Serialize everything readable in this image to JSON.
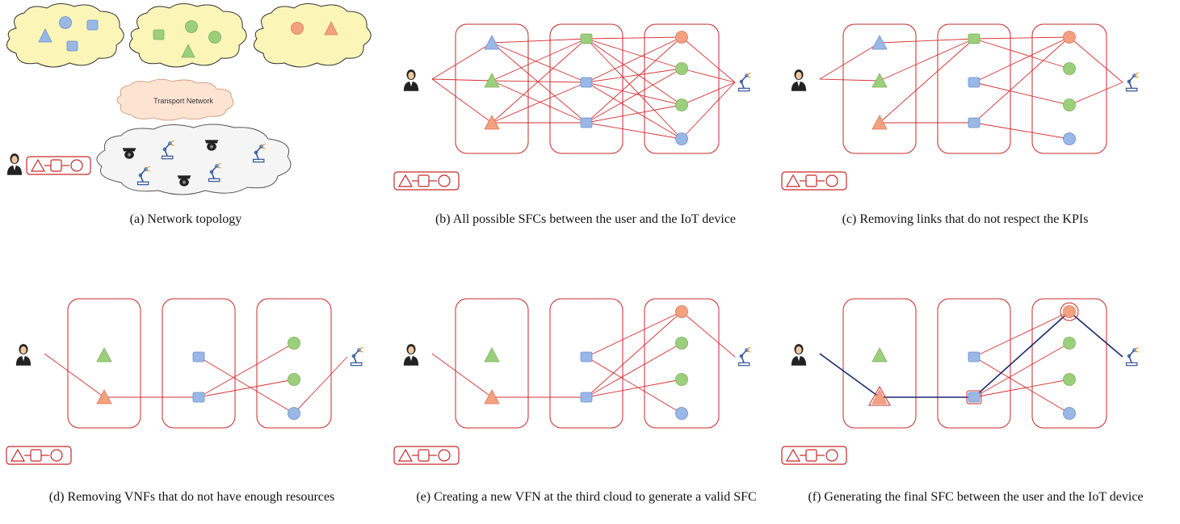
{
  "colors": {
    "link": "#d32f2f",
    "final_path": "#1a2a6c",
    "frame": "#c62828",
    "blue_vnf": "#9ab8e6",
    "green_vnf": "#9ccf7c",
    "orange_vnf": "#f5a07e",
    "cloud_fill": "#fbf5b8",
    "transport_fill": "#fde3d2",
    "iot_cloud_fill": "#f5f5f5"
  },
  "topology": {
    "transport_label": "Transport Network",
    "icons": [
      "user-icon",
      "sfc-request-icon",
      "camera-icon",
      "robot-arm-icon"
    ]
  },
  "captions": {
    "a": "(a) Network topology",
    "b": "(b) All possible SFCs between the user and the IoT device",
    "c": "(c) Removing links that do not respect the KPIs",
    "d": "(d) Removing VNFs that do not have enough resources",
    "e": "(e) Creating a new VFN at the third cloud to generate a valid SFC",
    "f": "(f) Generating the final SFC between the user and the IoT device"
  }
}
